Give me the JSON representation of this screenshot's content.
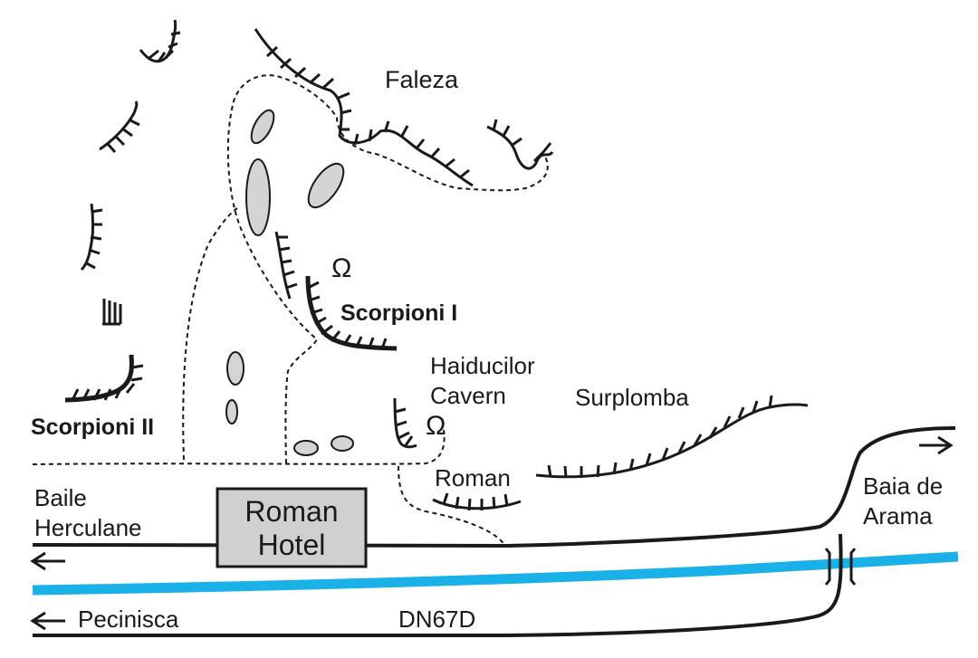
{
  "labels": {
    "faleza": "Faleza",
    "scorpioni_1": "Scorpioni I",
    "scorpioni_2": "Scorpioni II",
    "haiducilor_line1": "Haiducilor",
    "haiducilor_line2": "Cavern",
    "surplomba": "Surplomba",
    "roman": "Roman",
    "baile_line1": "Baile",
    "baile_line2": "Herculane",
    "hotel_line1": "Roman",
    "hotel_line2": "Hotel",
    "baia_line1": "Baia de",
    "baia_line2": "Arama",
    "pecinisca": "Pecinisca",
    "road": "DN67D"
  },
  "symbols": {
    "cave_glyph": "Ω"
  },
  "colors": {
    "river": "#1ab0e8",
    "ink": "#1a1a1a",
    "boulder_fill": "#d4d4d4",
    "hotel_fill": "#d0d0d0"
  },
  "icons": [
    "cliff-hatch-icon",
    "cave-icon",
    "arrow-left-icon",
    "arrow-right-icon",
    "bridge-icon"
  ]
}
